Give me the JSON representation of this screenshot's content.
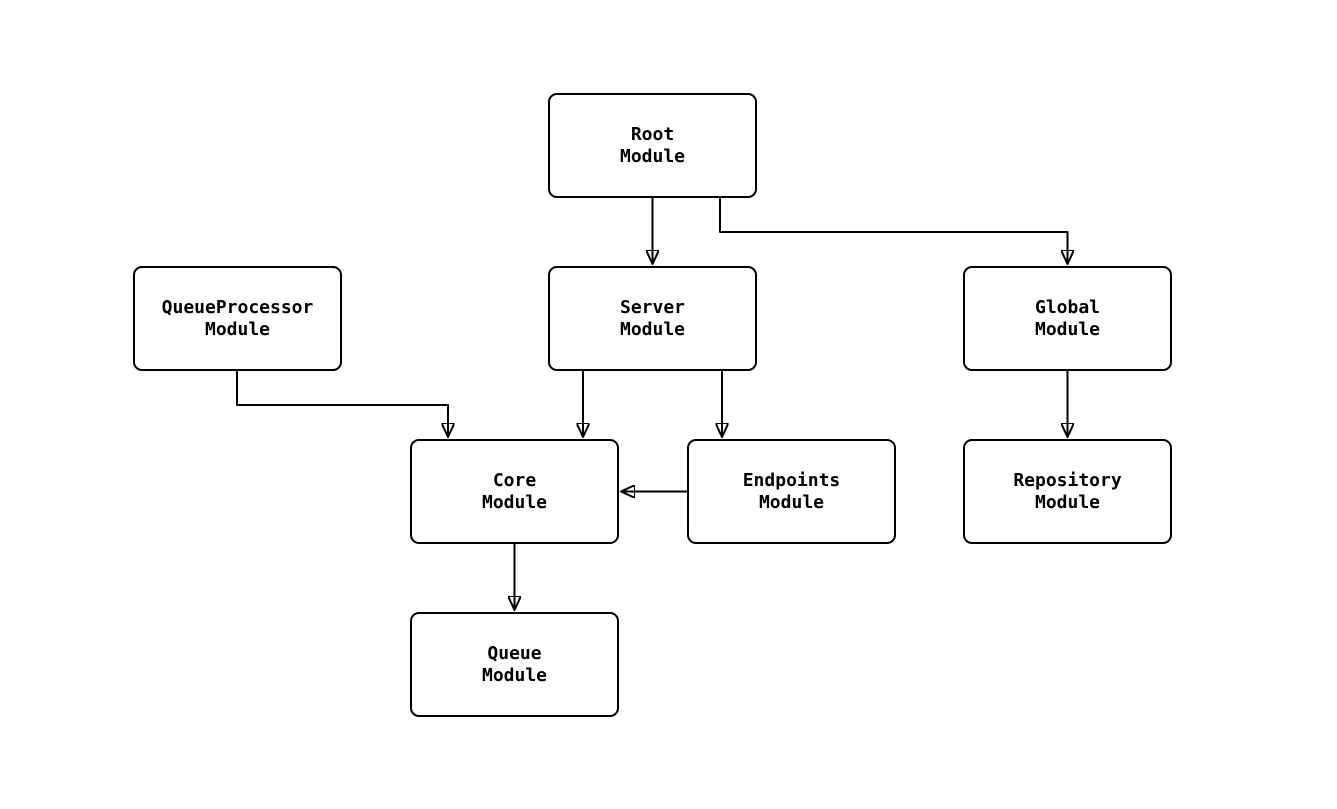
{
  "diagram": {
    "type": "flowchart",
    "colors": {
      "background": "#ffffff",
      "node_fill": "#ffffff",
      "node_border": "#000000",
      "arrow": "#000000",
      "text": "#000000"
    },
    "nodes": {
      "root": {
        "label": "Root\nModule"
      },
      "server": {
        "label": "Server\nModule"
      },
      "queueprocessor": {
        "label": "QueueProcessor\nModule"
      },
      "global": {
        "label": "Global\nModule"
      },
      "core": {
        "label": "Core\nModule"
      },
      "endpoints": {
        "label": "Endpoints\nModule"
      },
      "repository": {
        "label": "Repository\nModule"
      },
      "queue": {
        "label": "Queue\nModule"
      }
    },
    "edges": [
      {
        "from": "Root Module",
        "to": "Server Module"
      },
      {
        "from": "Root Module",
        "to": "Global Module"
      },
      {
        "from": "QueueProcessor Module",
        "to": "Core Module"
      },
      {
        "from": "Server Module",
        "to": "Core Module"
      },
      {
        "from": "Server Module",
        "to": "Endpoints Module"
      },
      {
        "from": "Endpoints Module",
        "to": "Core Module"
      },
      {
        "from": "Global Module",
        "to": "Repository Module"
      },
      {
        "from": "Core Module",
        "to": "Queue Module"
      }
    ]
  }
}
